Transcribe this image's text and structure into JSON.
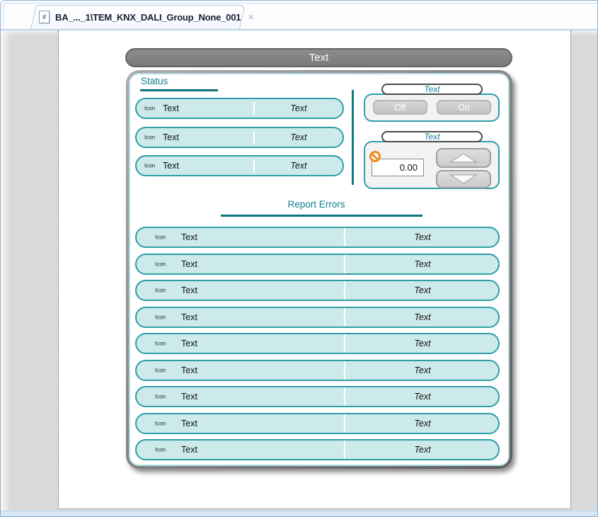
{
  "tab": {
    "icon_glyph": "#",
    "title": "BA_..._1\\TEM_KNX_DALI_Group_None_001",
    "close_glyph": "×"
  },
  "header": {
    "title": "Text"
  },
  "status": {
    "heading": "Status",
    "rows": [
      {
        "icon": "Icon",
        "label": "Text",
        "value": "Text"
      },
      {
        "icon": "Icon",
        "label": "Text",
        "value": "Text"
      },
      {
        "icon": "Icon",
        "label": "Text",
        "value": "Text"
      }
    ]
  },
  "switch_group": {
    "label": "Text",
    "off_label": "Off",
    "on_label": "On"
  },
  "spinner_group": {
    "label": "Text",
    "value": "0.00"
  },
  "report": {
    "heading": "Report Errors",
    "rows": [
      {
        "icon": "Icon",
        "label": "Text",
        "value": "Text"
      },
      {
        "icon": "Icon",
        "label": "Text",
        "value": "Text"
      },
      {
        "icon": "Icon",
        "label": "Text",
        "value": "Text"
      },
      {
        "icon": "Icon",
        "label": "Text",
        "value": "Text"
      },
      {
        "icon": "Icon",
        "label": "Text",
        "value": "Text"
      },
      {
        "icon": "Icon",
        "label": "Text",
        "value": "Text"
      },
      {
        "icon": "Icon",
        "label": "Text",
        "value": "Text"
      },
      {
        "icon": "Icon",
        "label": "Text",
        "value": "Text"
      },
      {
        "icon": "Icon",
        "label": "Text",
        "value": "Text"
      }
    ]
  },
  "colors": {
    "teal_accent": "#0f7f8c",
    "pill_fill": "#cdeaea",
    "pill_border": "#2d9ea8",
    "header_gray": "#7f7f7f",
    "warning_orange": "#f08c1e",
    "frame_blue": "#b9d3ec"
  },
  "icons": {
    "tab_icon": "document-icon",
    "close_icon": "close-icon",
    "value_lock_icon": "no-entry-icon",
    "increment_icon": "up-arrow-icon",
    "decrement_icon": "down-arrow-icon"
  }
}
